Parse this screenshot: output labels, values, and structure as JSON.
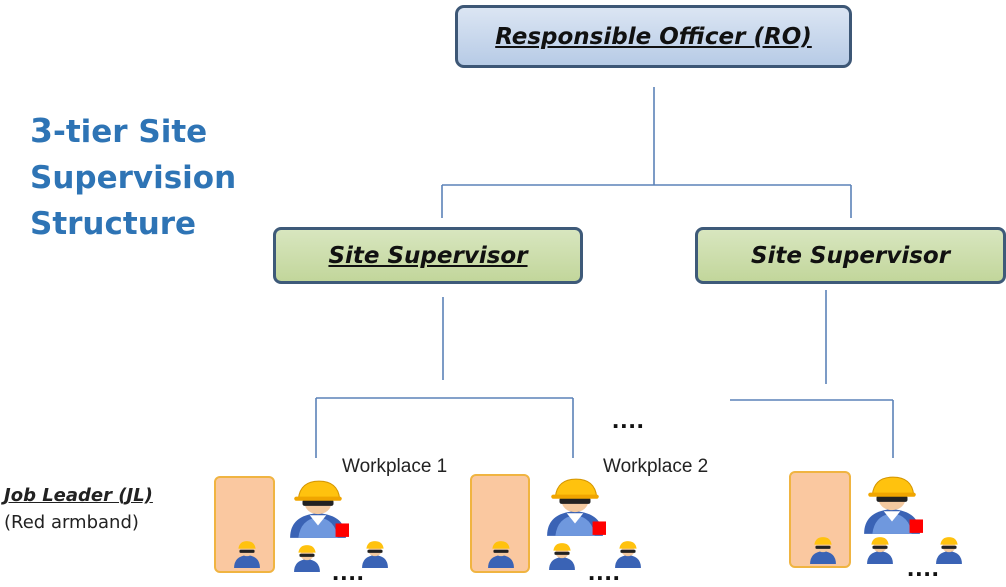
{
  "title": {
    "prefix": "3",
    "line1_rest": "-tier Site",
    "line2": "Supervision",
    "line3": "Structure"
  },
  "nodes": {
    "ro": "Responsible Officer (RO)",
    "site_supervisor_1": "Site Supervisor",
    "site_supervisor_2": "Site Supervisor"
  },
  "workplaces": [
    "Workplace 1",
    "Workplace 2"
  ],
  "job_leader": {
    "label": "Job Leader (JL)",
    "note": "(Red armband)"
  },
  "ellipsis": "....",
  "colors": {
    "title": "#2e74b5",
    "ro_fill": "#c9d8ee",
    "supervisor_fill": "#c9dca9",
    "box_border": "#3d5776",
    "connector": "#5b82b8",
    "armband": "#ff0000",
    "panel_fill": "#fac8a0",
    "panel_border": "#f0b441"
  },
  "icons": {
    "job_leader": "worker-with-hardhat-icon",
    "worker": "small-worker-icon"
  }
}
